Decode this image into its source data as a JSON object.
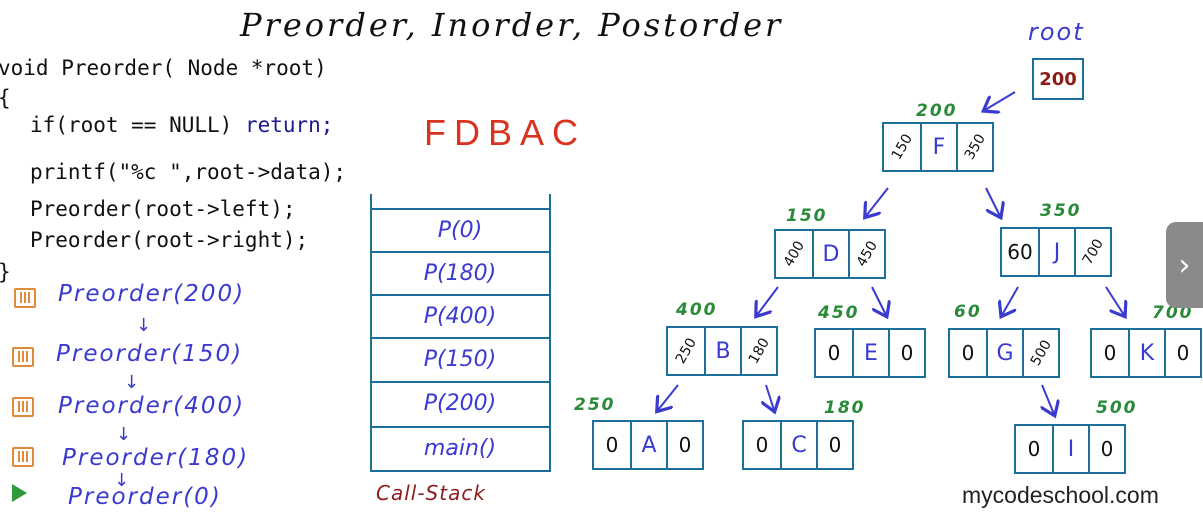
{
  "title": "Preorder, Inorder, Postorder",
  "code": {
    "line1": "void Preorder( Node *root)",
    "line2": "{",
    "line3_if": "if(root == NULL) ",
    "line3_ret": "return;",
    "line4": "printf(\"%c \",root->data);",
    "line5": "Preorder(root->left);",
    "line6": "Preorder(root->right);",
    "line7": "}"
  },
  "output": "FDBAC",
  "call_stack": {
    "frames": [
      "P(0)",
      "P(180)",
      "P(400)",
      "P(150)",
      "P(200)",
      "main()"
    ],
    "label": "Call-Stack"
  },
  "calls": [
    "Preorder(200)",
    "Preorder(150)",
    "Preorder(400)",
    "Preorder(180)",
    "Preorder(0)"
  ],
  "tree": {
    "root_label": "root",
    "root_value": "200",
    "nodes": [
      {
        "addr": "200",
        "left": "150",
        "data": "F",
        "right": "350"
      },
      {
        "addr": "150",
        "left": "400",
        "data": "D",
        "right": "450"
      },
      {
        "addr": "350",
        "left": "60",
        "data": "J",
        "right": "700"
      },
      {
        "addr": "400",
        "left": "250",
        "data": "B",
        "right": "180"
      },
      {
        "addr": "450",
        "left": "0",
        "data": "E",
        "right": "0"
      },
      {
        "addr": "60",
        "left": "0",
        "data": "G",
        "right": "500"
      },
      {
        "addr": "700",
        "left": "0",
        "data": "K",
        "right": "0"
      },
      {
        "addr": "250",
        "left": "0",
        "data": "A",
        "right": "0"
      },
      {
        "addr": "180",
        "left": "0",
        "data": "C",
        "right": "0"
      },
      {
        "addr": "500",
        "left": "0",
        "data": "I",
        "right": "0"
      }
    ]
  },
  "watermark": "mycodeschool.com",
  "icons": {
    "next": "chevron-right-icon",
    "play": "play-icon",
    "frame_marker": "stack-frame-icon"
  },
  "colors": {
    "frame_border": "#1b6f9a",
    "address": "#2a8a3a",
    "output": "#d9321f",
    "call_text": "#3a3ad0"
  }
}
